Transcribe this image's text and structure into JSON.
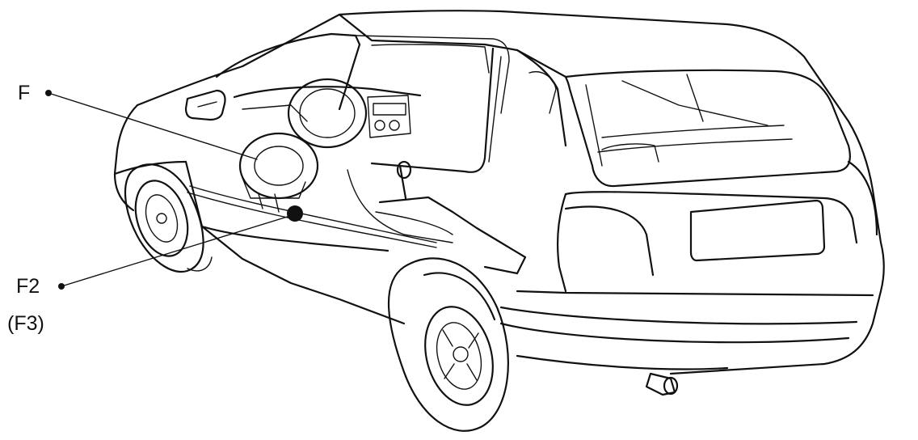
{
  "callouts": {
    "f": "F",
    "f2": "F2",
    "f3": "(F3)"
  },
  "colors": {
    "line": "#111111",
    "background": "#ffffff"
  }
}
